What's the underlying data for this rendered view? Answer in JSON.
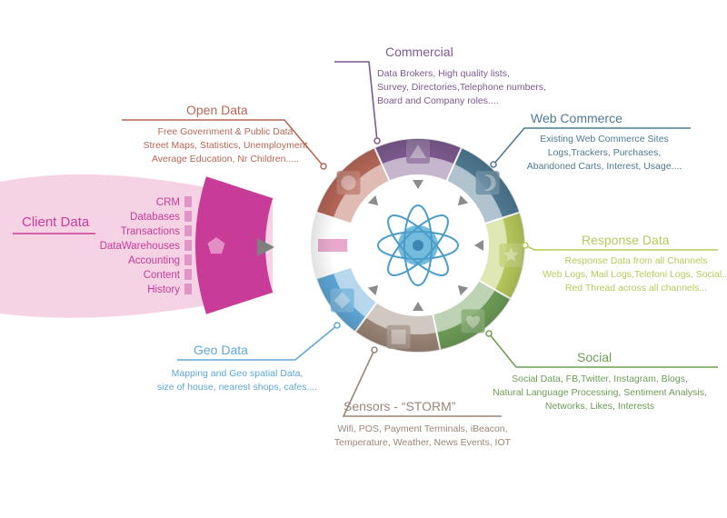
{
  "colors": {
    "commercial": "#7d5a8f",
    "web_commerce": "#4f7a93",
    "response": "#b8c95b",
    "social": "#6e9d57",
    "sensors": "#9b8577",
    "geo": "#5ea7d7",
    "open_data": "#b76757",
    "client": "#c83c98",
    "client_cone": "#f5d3e5",
    "hub": "#5ab0d8"
  },
  "segments": {
    "commercial": {
      "title": "Commercial",
      "lines": [
        "Data Brokers, High quality lists,",
        "Survey, Directories,Telephone numbers,",
        "Board and Company roles...."
      ],
      "icon": "triangle-icon"
    },
    "web_commerce": {
      "title": "Web Commerce",
      "lines": [
        "Existing Web Commerce Sites",
        "Logs,Trackers,  Purchases,",
        "Abandoned Carts, Interest, Usage...."
      ],
      "icon": "crescent-icon"
    },
    "response": {
      "title": "Response Data",
      "lines": [
        "Response Data from all Channels",
        "Web Logs, Mail Logs,Telefoni Logs, Social...",
        "Red Thread across all channels..."
      ],
      "icon": "star-icon"
    },
    "social": {
      "title": "Social",
      "lines": [
        "Social Data, FB,Twitter, Instagram, Blogs,",
        "Natural Language Processing, Sentiment Analysis,",
        "Networks, Likes, Interests"
      ],
      "icon": "heart-icon"
    },
    "sensors": {
      "title": "Sensors - “STORM”",
      "lines": [
        "Wifi, POS, Payment Terminals, iBeacon,",
        "Temperature, Weather, News Events, IOT"
      ],
      "icon": "square-icon"
    },
    "geo": {
      "title": "Geo Data",
      "lines": [
        "Mapping and Geo spatial Data,",
        "size of house, nearest shops, cafes...."
      ],
      "icon": "diamond-icon"
    },
    "open_data": {
      "title": "Open Data",
      "lines": [
        "Free Government & Public Data",
        "Street Maps, Statistics, Unemployment",
        "Average Education, Nr Children....."
      ],
      "icon": "circle-icon"
    }
  },
  "client": {
    "title": "Client Data",
    "items": [
      "CRM",
      "Databases",
      "Transactions",
      "DataWarehouses",
      "Accounting",
      "Content",
      "History"
    ],
    "icon": "pentagon-icon"
  },
  "hub": {
    "icon": "atom-icon"
  }
}
